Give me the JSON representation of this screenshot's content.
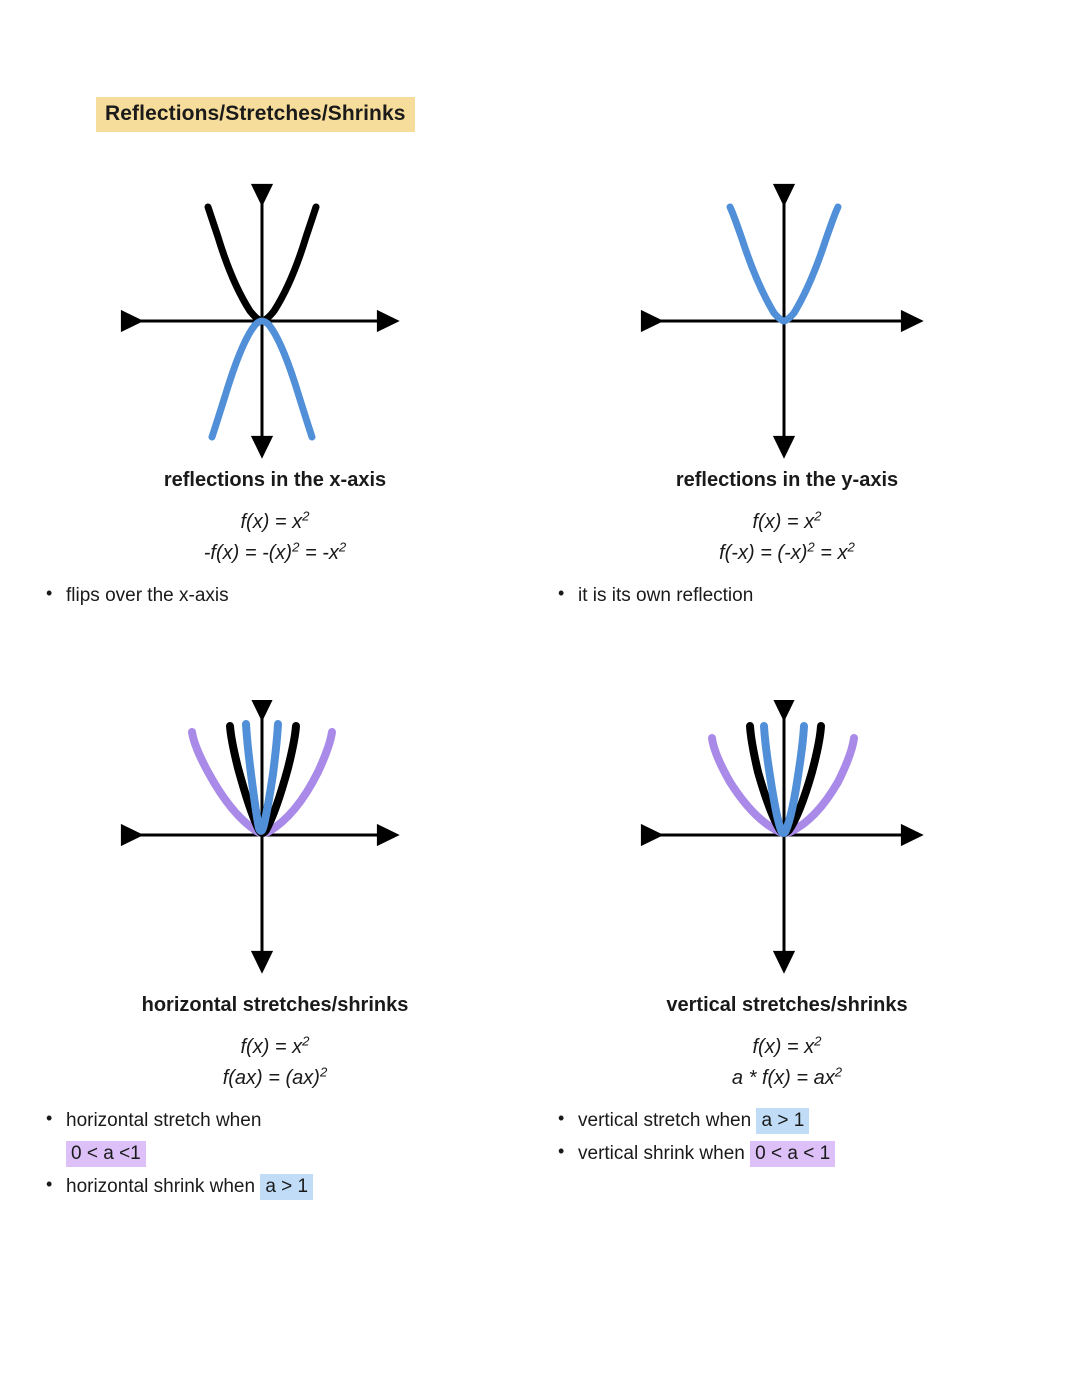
{
  "title": "Reflections/Stretches/Shrinks",
  "colors": {
    "title_highlight": "#f6dd9b",
    "curve_black": "#000000",
    "curve_blue": "#5190d8",
    "curve_purple": "#a98ae8",
    "highlight_purple": "#dcc0f7",
    "highlight_blue": "#c0dcf7",
    "axis": "#000000"
  },
  "panels": [
    {
      "id": "reflections-x-axis",
      "heading": "reflections in the x-axis",
      "formulas": [
        {
          "base": "f(x) = x",
          "exp": "2"
        },
        {
          "base": "-f(x) = -(x)",
          "exp": "2",
          "tail": " = -x",
          "tail_exp": "2"
        }
      ],
      "bullets": [
        "flips over the x-axis"
      ],
      "graph": {
        "curves": [
          {
            "name": "parent",
            "color": "#000000",
            "a": 1,
            "direction": "up"
          },
          {
            "name": "reflection",
            "color": "#5190d8",
            "a": -0.75,
            "direction": "down"
          }
        ]
      }
    },
    {
      "id": "reflections-y-axis",
      "heading": "reflections in the y-axis",
      "formulas": [
        {
          "base": "f(x) = x",
          "exp": "2"
        },
        {
          "base": "f(-x) = (-x)",
          "exp": "2",
          "tail": " = x",
          "tail_exp": "2"
        }
      ],
      "bullets": [
        "it is its own reflection"
      ],
      "graph": {
        "curves": [
          {
            "name": "parent-and-reflection",
            "color": "#5190d8",
            "a": 1,
            "direction": "up"
          }
        ]
      }
    },
    {
      "id": "horizontal-stretches-shrinks",
      "heading": "horizontal stretches/shrinks",
      "formulas": [
        {
          "base": "f(x) = x",
          "exp": "2"
        },
        {
          "base": "f(ax) = (ax)",
          "exp": "2"
        }
      ],
      "bullets_rich": [
        {
          "text": "horizontal stretch when",
          "highlight": "0 < a <1",
          "highlight_color": "purple",
          "wrap": true
        },
        {
          "text": "horizontal shrink when",
          "highlight": "a > 1",
          "highlight_color": "blue",
          "wrap": false
        }
      ],
      "graph": {
        "curves": [
          {
            "name": "shrink",
            "color": "#5190d8",
            "a": 4.2,
            "direction": "up"
          },
          {
            "name": "parent",
            "color": "#000000",
            "a": 1.45,
            "direction": "up"
          },
          {
            "name": "stretch",
            "color": "#a98ae8",
            "a": 0.42,
            "direction": "up"
          }
        ]
      }
    },
    {
      "id": "vertical-stretches-shrinks",
      "heading": "vertical stretches/shrinks",
      "formulas": [
        {
          "base": "f(x) = x",
          "exp": "2"
        },
        {
          "base": "a * f(x) = ax",
          "exp": "2"
        }
      ],
      "bullets_rich": [
        {
          "text": "vertical stretch when",
          "highlight": "a > 1",
          "highlight_color": "blue",
          "wrap": false
        },
        {
          "text": "vertical shrink when",
          "highlight": "0 < a < 1",
          "highlight_color": "purple",
          "wrap": false
        }
      ],
      "graph": {
        "curves": [
          {
            "name": "stretch",
            "color": "#5190d8",
            "a": 3.0,
            "direction": "up"
          },
          {
            "name": "parent",
            "color": "#000000",
            "a": 1.55,
            "direction": "up"
          },
          {
            "name": "shrink",
            "color": "#a98ae8",
            "a": 0.45,
            "direction": "up"
          }
        ]
      }
    }
  ]
}
